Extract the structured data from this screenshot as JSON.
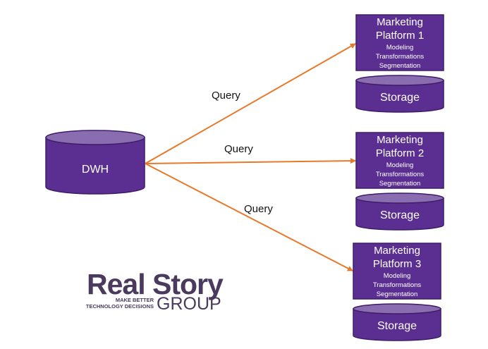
{
  "colors": {
    "box_fill": "#5b2e91",
    "box_border": "#3e1d66",
    "cylinder_top": "#8a6cb0",
    "arrow": "#e8792c",
    "logo": "#4a3b5e"
  },
  "dwh": {
    "label": "DWH"
  },
  "platforms": [
    {
      "title_line1": "Marketing",
      "title_line2": "Platform 1",
      "items": [
        "Modeling",
        "Transformations",
        "Segmentation"
      ],
      "storage": "Storage"
    },
    {
      "title_line1": "Marketing",
      "title_line2": "Platform 2",
      "items": [
        "Modeling",
        "Transformations",
        "Segmentation"
      ],
      "storage": "Storage"
    },
    {
      "title_line1": "Marketing",
      "title_line2": "Platform 3",
      "items": [
        "Modeling",
        "Transformations",
        "Segmentation"
      ],
      "storage": "Storage"
    }
  ],
  "query_labels": [
    "Query",
    "Query",
    "Query"
  ],
  "logo": {
    "line1": "Real Story",
    "group": "GROUP",
    "tagline1": "MAKE BETTER",
    "tagline2": "TECHNOLOGY DECISIONS"
  }
}
